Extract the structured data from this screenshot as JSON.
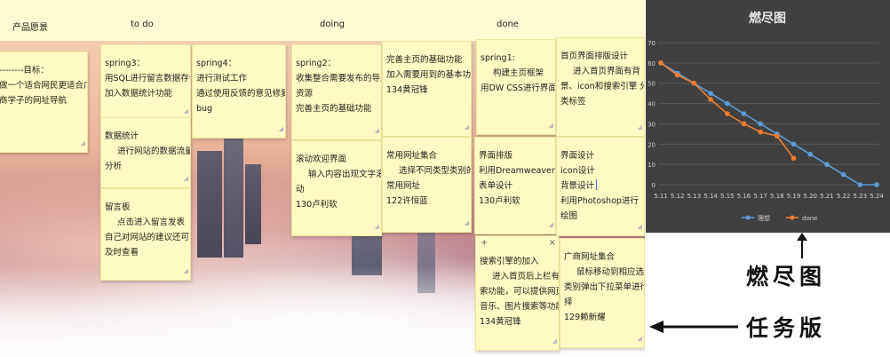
{
  "board": {
    "columns": [
      {
        "name": "col-backlog",
        "title": "产品愿景",
        "x": 14
      },
      {
        "name": "col-todo",
        "title": "to do",
        "x": 147
      },
      {
        "name": "col-doing",
        "title": "doing",
        "x": 360
      },
      {
        "name": "col-done",
        "title": "done",
        "x": 559
      }
    ],
    "notes": [
      {
        "name": "note-goal",
        "first": true,
        "lines": [
          {
            "t": "--------目标："
          },
          {
            "t": "做一个适合网民更适合广"
          },
          {
            "t": "商学子的网址导航"
          }
        ]
      },
      {
        "name": "note-sprint3",
        "lines": [
          {
            "t": "spring3："
          },
          {
            "t": "用SQL进行留言数据存储"
          },
          {
            "t": "加入数据统计功能"
          }
        ]
      },
      {
        "name": "note-stats",
        "lines": [
          {
            "t": "数据统计"
          },
          {
            "t": "进行网站的数据流量",
            "i": true
          },
          {
            "t": "分析"
          }
        ]
      },
      {
        "name": "note-guestbook",
        "lines": [
          {
            "t": "留言板"
          },
          {
            "t": "点击进入留言发表",
            "i": true
          },
          {
            "t": "自己对网站的建议还可以"
          },
          {
            "t": "及时查看"
          }
        ]
      },
      {
        "name": "note-sprint4",
        "lines": [
          {
            "t": "spring4："
          },
          {
            "t": "进行测试工作"
          },
          {
            "t": "通过使用反馈的意见修复"
          },
          {
            "t": "bug"
          }
        ]
      },
      {
        "name": "note-sprint2",
        "lines": [
          {
            "t": "spring2："
          },
          {
            "t": "收集整合需要发布的导航"
          },
          {
            "t": "资源"
          },
          {
            "t": "完善主页的基础功能"
          }
        ]
      },
      {
        "name": "note-welcome",
        "lines": [
          {
            "t": "滚动欢迎界面"
          },
          {
            "t": "输入内容出现文字滚",
            "i": true
          },
          {
            "t": "动"
          },
          {
            "t": "130卢利软"
          }
        ]
      },
      {
        "name": "note-homepage",
        "lines": [
          {
            "t": "完善主页的基础功能"
          },
          {
            "t": "加入需要用到的基本功能"
          },
          {
            "t": "134黄冠锋"
          }
        ]
      },
      {
        "name": "note-common-urls",
        "lines": [
          {
            "t": "常用网址集合"
          },
          {
            "t": "选择不同类型类别的",
            "i": true
          },
          {
            "t": "常用网址"
          },
          {
            "t": "122许恒蓝"
          }
        ]
      },
      {
        "name": "note-sprint1",
        "lines": [
          {
            "t": "spring1:"
          },
          {
            "t": "构建主页框架",
            "i": true
          },
          {
            "t": "用DW CSS进行界面设计"
          }
        ]
      },
      {
        "name": "note-layout",
        "lines": [
          {
            "t": "界面排版"
          },
          {
            "t": "利用Dreamweaver进行"
          },
          {
            "t": "表单设计"
          },
          {
            "t": "130卢利软"
          }
        ]
      },
      {
        "name": "note-search-engine",
        "toolbar": true,
        "lines": [
          {
            "t": "搜索引擎的加入"
          },
          {
            "t": "进入首页后上栏有搜",
            "i": true
          },
          {
            "t": "索功能，可以提供网页、"
          },
          {
            "t": "音乐、图片搜索等功能"
          },
          {
            "t": "134黄冠锋"
          }
        ]
      },
      {
        "name": "note-home-design",
        "lines": [
          {
            "t": "首页界面排版设计"
          },
          {
            "t": "进入首页界面有背",
            "i": true
          },
          {
            "t": "景、icon和搜索引擎 分"
          },
          {
            "t": "类标签"
          }
        ]
      },
      {
        "name": "note-ui-design",
        "lines": [
          {
            "t": "界面设计"
          },
          {
            "t": "icon设计"
          },
          {
            "t": "背景设计",
            "caret": true
          },
          {
            "t": "利用Photoshop进行"
          },
          {
            "t": "绘图"
          }
        ]
      },
      {
        "name": "note-guangshang-urls",
        "lines": [
          {
            "t": "广商网址集合"
          },
          {
            "t": "鼠标移动到相应选择",
            "i": true
          },
          {
            "t": "类别弹出下拉菜单进行选"
          },
          {
            "t": "择"
          },
          {
            "t": "129赖新耀"
          }
        ]
      }
    ],
    "toolbar": {
      "add": "+",
      "close": "×"
    }
  },
  "callouts": {
    "burndown": "燃尽图",
    "taskboard": "任务版"
  },
  "chart_data": {
    "type": "line",
    "title": "燃尽图",
    "x": [
      "5.11",
      "5.12",
      "5.13",
      "5.14",
      "5.15",
      "5.16",
      "5.17",
      "5.18",
      "5.19",
      "5.20",
      "5.21",
      "5.22",
      "5.23",
      "5.24"
    ],
    "yticks": [
      0,
      10,
      20,
      30,
      40,
      50,
      60,
      70
    ],
    "ylim": [
      0,
      70
    ],
    "grid": true,
    "legend": "bottom",
    "series": [
      {
        "name": "理想",
        "color": "#5b9bd5",
        "values": [
          60,
          55,
          50,
          45,
          40,
          35,
          30,
          25,
          20,
          15,
          10,
          5,
          0,
          0
        ]
      },
      {
        "name": "done",
        "color": "#ed7d31",
        "values": [
          60,
          54,
          50,
          42,
          35,
          30,
          26,
          24,
          13
        ]
      }
    ],
    "background": "#404040"
  }
}
